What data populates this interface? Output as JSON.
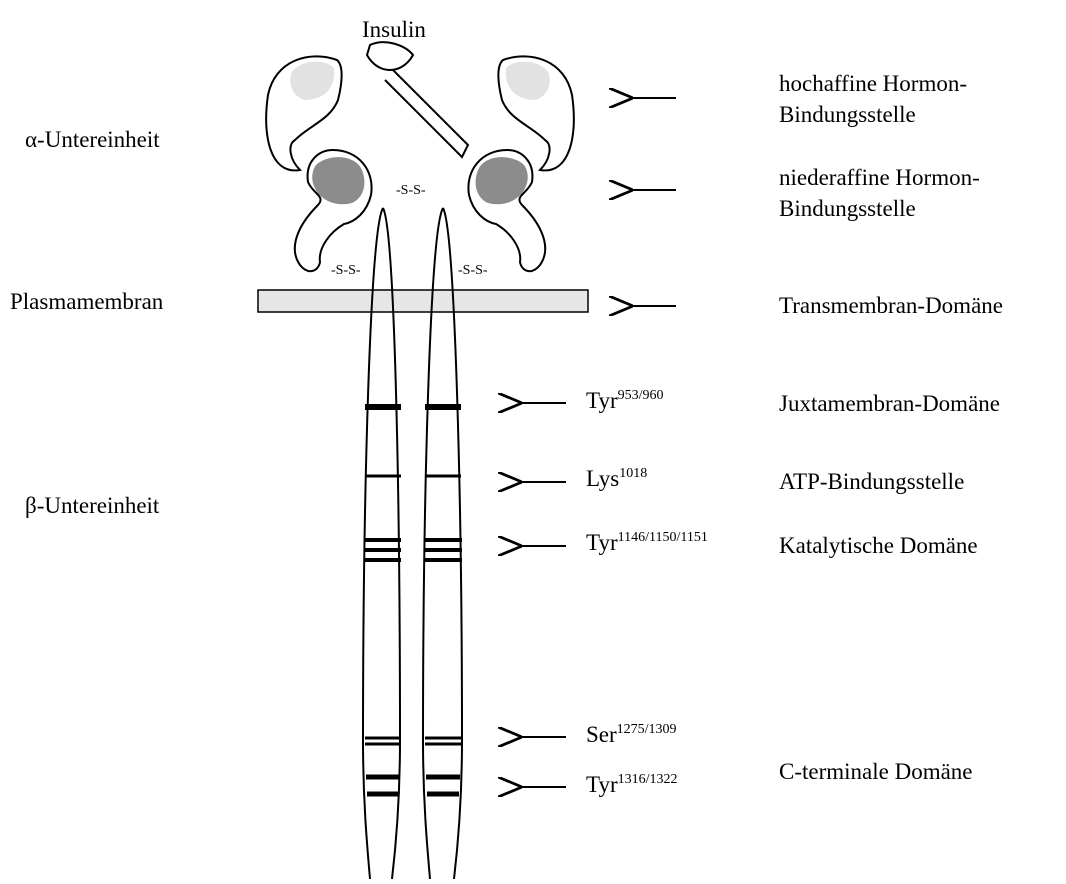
{
  "insulin_label": "Insulin",
  "alpha_label": "α-Untereinheit",
  "beta_label": "β-Untereinheit",
  "membrane_label": "Plasmamembran",
  "disulfide_label": "-S-S-",
  "domains": {
    "high_affinity": [
      "hochaffine Hormon-",
      "Bindungsstelle"
    ],
    "low_affinity": [
      "niederaffine Hormon-",
      "Bindungsstelle"
    ],
    "transmembrane": "Transmembran-Domäne",
    "juxtamembrane": "Juxtamembran-Domäne",
    "atp": "ATP-Bindungsstelle",
    "catalytic": "Katalytische Domäne",
    "c_terminal": "C-terminale Domäne"
  },
  "sites": [
    {
      "residue": "Tyr",
      "number": "953/960"
    },
    {
      "residue": "Lys",
      "number": "1018"
    },
    {
      "residue": "Tyr",
      "number": "1146/1150/1151"
    },
    {
      "residue": "Ser",
      "number": "1275/1309"
    },
    {
      "residue": "Tyr",
      "number": "1316/1322"
    }
  ],
  "colors": {
    "high_affinity_fill": "#e2e2e2",
    "low_affinity_fill": "#8c8c8c",
    "membrane_fill": "#e6e6e6",
    "line": "#000000"
  }
}
